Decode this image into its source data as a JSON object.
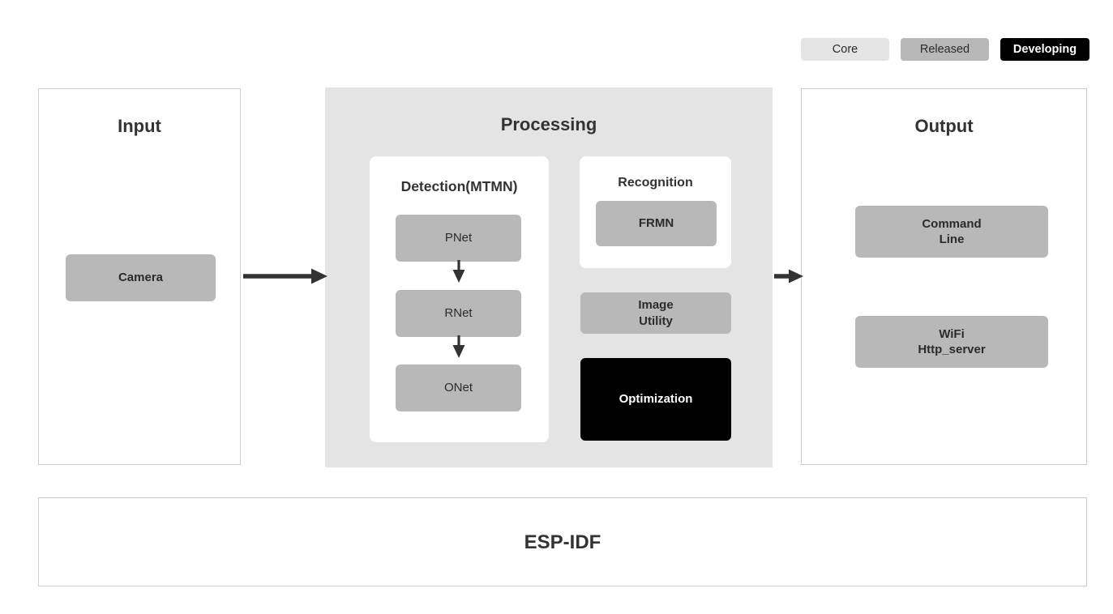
{
  "legend": {
    "items": [
      {
        "label": "Core",
        "color": "#e4e4e4"
      },
      {
        "label": "Released",
        "color": "#b8b8b8"
      },
      {
        "label": "Developing",
        "color": "#000000"
      }
    ]
  },
  "panels": {
    "input": {
      "title": "Input",
      "nodes": [
        {
          "label": "Camera",
          "status": "Released"
        }
      ]
    },
    "processing": {
      "title": "Processing",
      "detection": {
        "title": "Detection(MTMN)",
        "nodes": [
          {
            "label": "PNet",
            "status": "Released"
          },
          {
            "label": "RNet",
            "status": "Released"
          },
          {
            "label": "ONet",
            "status": "Released"
          }
        ]
      },
      "recognition": {
        "title": "Recognition",
        "nodes": [
          {
            "label": "FRMN",
            "status": "Released"
          }
        ]
      },
      "extras": [
        {
          "label_line1": "Image",
          "label_line2": "Utility",
          "status": "Released"
        },
        {
          "label_line1": "Optimization",
          "label_line2": "",
          "status": "Developing"
        }
      ]
    },
    "output": {
      "title": "Output",
      "nodes": [
        {
          "label_line1": "Command",
          "label_line2": "Line",
          "status": "Released"
        },
        {
          "label_line1": "WiFi",
          "label_line2": "Http_server",
          "status": "Released"
        }
      ]
    },
    "framework": {
      "title": "ESP-IDF"
    }
  },
  "flow": {
    "arrows": [
      {
        "from": "Input",
        "to": "Processing",
        "direction": "right"
      },
      {
        "from": "Processing",
        "to": "Output",
        "direction": "right"
      },
      {
        "from": "PNet",
        "to": "RNet",
        "direction": "down"
      },
      {
        "from": "RNet",
        "to": "ONet",
        "direction": "down"
      }
    ]
  },
  "colors": {
    "core": "#e4e4e4",
    "released": "#b8b8b8",
    "developing": "#000000",
    "panel_border": "#cccccc",
    "text_dark": "#333333",
    "arrow": "#333333"
  }
}
